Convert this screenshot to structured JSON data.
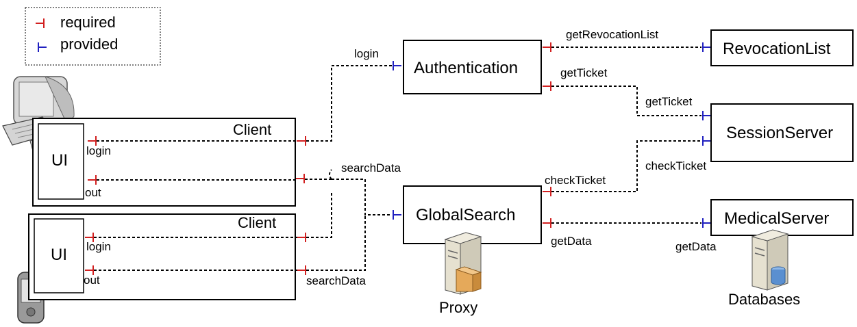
{
  "legend": {
    "required": "required",
    "provided": "provided",
    "colors": {
      "required": "#d22020",
      "provided": "#2020c0"
    }
  },
  "clients": [
    {
      "title": "Client",
      "ui": "UI",
      "port_login": "login",
      "port_out": "out",
      "device": "desktop-computer-icon"
    },
    {
      "title": "Client",
      "ui": "UI",
      "port_login": "login",
      "port_out": "out",
      "device": "pda-icon"
    }
  ],
  "components": {
    "authentication": "Authentication",
    "global_search": "GlobalSearch",
    "revocation_list": "RevocationList",
    "session_server": "SessionServer",
    "medical_server": "MedicalServer"
  },
  "connectors": {
    "login": "login",
    "search_data_top": "searchData",
    "search_data_bottom": "searchData",
    "get_revocation_list": "getRevocationList",
    "get_ticket_auth": "getTicket",
    "get_ticket_session": "getTicket",
    "check_ticket_global": "checkTicket",
    "check_ticket_session": "checkTicket",
    "get_data_global": "getData",
    "get_data_medical": "getData"
  },
  "nodes": {
    "proxy": {
      "label": "Proxy",
      "icon": "server-icon"
    },
    "databases": {
      "label": "Databases",
      "icon": "database-server-icon"
    }
  }
}
